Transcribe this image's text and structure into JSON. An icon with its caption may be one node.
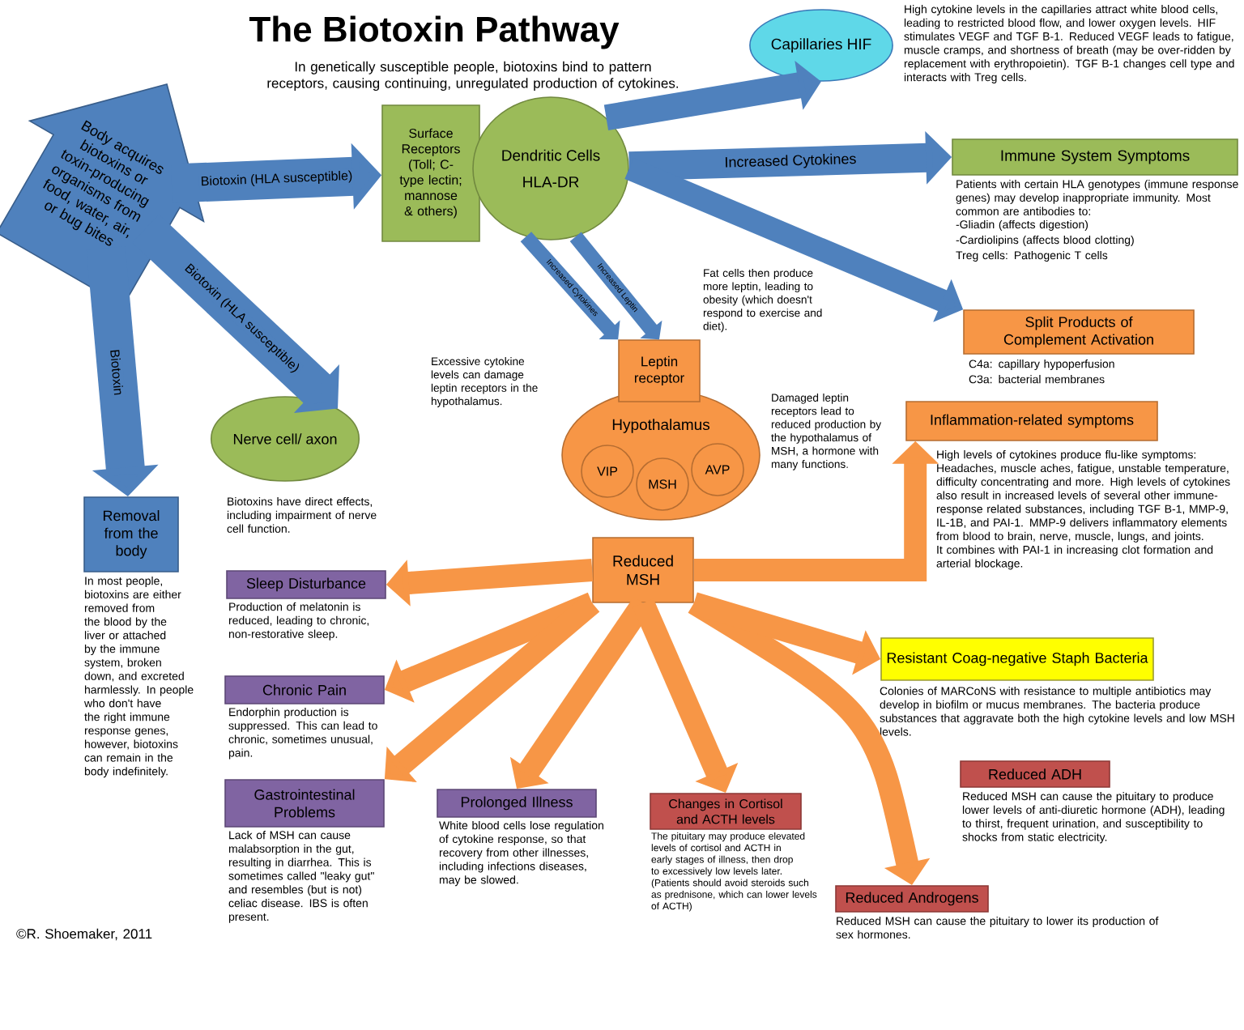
{
  "diagram": {
    "title": "The Biotoxin Pathway",
    "nodes": [
      {
        "text": [
          "Body acquires biotoxins or toxin-producing organisms from food, water, air, or bug bites"
        ]
      },
      {
        "text": [
          "Surface Receptors (Toll; C-type lectin; mannose & others)"
        ]
      },
      {
        "text": [
          "Dendritic Cells",
          "HLA-DR"
        ]
      },
      {
        "text": [
          "Capillaries HIF"
        ],
        "beside": [
          "High cytokine levels in the capillaries attract white blood cells, leading to restricted blood flow, and lower oxygen levels. HIF stimulates VEGF and TGF B-1. Reduced VEGF leads to fatigue, muscle cramps, and shortness of breath (may be over-ridden by replacement with erythropoietin). TGF B-1 changes cell type and interacts with Treg cells."
        ]
      },
      {
        "text": [
          "Immune System Symptoms"
        ],
        "beside": [
          "Patients with certain HLA genotypes (immune response genes) may develop inappropriate immunity. Most common are antibodies to:",
          "-Gliadin (affects digestion)",
          "-Cardiolipins (affects blood clotting)",
          "Treg cells: Pathogenic T cells"
        ]
      },
      {
        "text": [
          "Split Products of Complement Activation"
        ],
        "beside": [
          "C4a: capillary hypoperfusion",
          "C3a: bacterial membranes"
        ]
      },
      {
        "text": [
          "Leptin receptor"
        ],
        "beside": [
          "Fat cells then produce more leptin, leading to obesity (which doesn't respond to exercise and diet)."
        ]
      },
      {
        "text": [
          "Hypothalamus"
        ],
        "beside": [
          "Damaged leptin receptors lead to reduced production by the hypothalamus of MSH, a hormone with many functions."
        ]
      },
      {
        "text": [
          "VIP"
        ],
        "in": 7
      },
      {
        "text": [
          "MSH"
        ],
        "in": 7
      },
      {
        "text": [
          "AVP"
        ],
        "in": 7
      },
      {
        "text": [
          "Removal from the body"
        ],
        "beside": [
          "In most people, biotoxins are either removed from the blood by the liver or attached by the immune system, broken down, and excreted harmlessly. In people who don't have the right immune response genes, however, biotoxins can remain in the body indefinitely."
        ]
      },
      {
        "text": [
          "Nerve cell/ axon"
        ],
        "beside": [
          "Biotoxins have direct effects, including impairment of nerve cell function."
        ]
      },
      {
        "text": [
          "Reduced MSH"
        ]
      },
      {
        "text": [
          "Sleep Disturbance"
        ],
        "beside": [
          "Production of melatonin is reduced, leading to chronic, non-restorative sleep."
        ]
      },
      {
        "text": [
          "Chronic Pain"
        ],
        "beside": [
          "Endorphin production is suppressed. This can lead to chronic, sometimes unusual, pain."
        ]
      },
      {
        "text": [
          "Gastrointestinal Problems"
        ],
        "beside": [
          "Lack of MSH can cause malabsorption in the gut, resulting in diarrhea. This is sometimes called \"leaky gut\" and resembles (but is not) celiac disease. IBS is often present."
        ]
      },
      {
        "text": [
          "Prolonged Illness"
        ],
        "beside": [
          "White blood cells lose regulation of cytokine response, so that recovery from other illnesses, including infections diseases, may be slowed."
        ]
      },
      {
        "text": [
          "Changes in Cortisol and ACTH levels"
        ],
        "beside": [
          "The pituitary may produce elevated levels of cortisol and ACTH in early stages of illness, then drop to excessively low levels later. (Patients should avoid steroids such as prednisone, which can lower levels of ACTH)"
        ]
      },
      {
        "text": [
          "Inflammation-related symptoms"
        ],
        "beside": [
          "High levels of cytokines produce flu-like symptoms: Headaches, muscle aches, fatigue, unstable temperature, difficulty concentrating and more. High levels of cytokines also result in increased levels of several other immune-response related substances, including TGF B-1, MMP-9, IL-1B, and PAI-1. MMP-9 delivers inflammatory elements from blood to brain, nerve, muscle, lungs, and joints. It combines with PAI-1 in increasing clot formation and arterial blockage."
        ]
      },
      {
        "text": [
          "Resistant Coag-negative Staph Bacteria"
        ],
        "beside": [
          "Colonies of MARCoNS with resistance to multiple antibiotics may develop in biofilm or mucus membranes. The bacteria produce substances that aggravate both the high cytokine levels and low MSH levels."
        ]
      },
      {
        "text": [
          "Reduced ADH"
        ],
        "beside": [
          "Reduced MSH can cause the pituitary to produce lower levels of anti-diuretic hormone (ADH), leading to thirst, frequent urination, and susceptibility to shocks from static electricity."
        ]
      },
      {
        "text": [
          "Reduced Androgens"
        ],
        "beside": [
          "Reduced MSH can cause the pituitary to lower its production of sex hormones."
        ]
      }
    ],
    "edges": [
      {
        "from": 0,
        "to": 1,
        "arrow": "to",
        "label": "Biotoxin (HLA susceptible)",
        "color": "#4f81bd"
      },
      {
        "from": 0,
        "to": 12,
        "arrow": "to",
        "label": "Biotoxin (HLA susceptible)",
        "color": "#4f81bd"
      },
      {
        "from": 0,
        "to": 11,
        "arrow": "to",
        "label": "Biotoxin",
        "color": "#4f81bd"
      },
      {
        "from": 2,
        "to": 3,
        "arrow": "to",
        "color": "#4f81bd"
      },
      {
        "from": 2,
        "to": 4,
        "arrow": "to",
        "label": "Increased Cytokines",
        "color": "#4f81bd"
      },
      {
        "from": 2,
        "to": 5,
        "arrow": "to",
        "color": "#4f81bd"
      },
      {
        "from": 2,
        "to": 6,
        "arrow": "to",
        "label": "Increased Cytokines",
        "color": "#4f81bd"
      },
      {
        "from": 2,
        "to": 6,
        "arrow": "to",
        "label": "Increased Leptin",
        "color": "#4f81bd"
      },
      {
        "from": 13,
        "to": 14,
        "arrow": "to",
        "color": "#f79646"
      },
      {
        "from": 13,
        "to": 15,
        "arrow": "to",
        "color": "#f79646"
      },
      {
        "from": 13,
        "to": 16,
        "arrow": "to",
        "color": "#f79646"
      },
      {
        "from": 13,
        "to": 17,
        "arrow": "to",
        "color": "#f79646"
      },
      {
        "from": 13,
        "to": 18,
        "arrow": "to",
        "color": "#f79646"
      },
      {
        "from": 13,
        "to": 22,
        "arrow": "to",
        "color": "#f79646"
      },
      {
        "from": 13,
        "to": 20,
        "arrow": "to",
        "color": "#f79646"
      },
      {
        "from": 13,
        "to": 19,
        "arrow": "to",
        "color": "#f79646"
      }
    ],
    "labels": [
      "In genetically susceptible people, biotoxins bind to pattern receptors, causing continuing, unregulated production of cytokines.",
      "Excessive cytokine levels can damage leptin receptors in the hypothalamus.",
      "©R. Shoemaker, 2011"
    ]
  }
}
